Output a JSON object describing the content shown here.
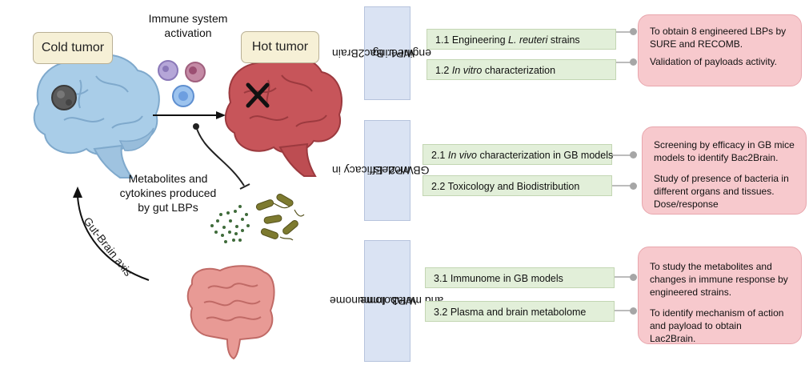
{
  "left": {
    "immune_label": [
      "Immune system",
      "activation"
    ],
    "cold_label": "Cold tumor",
    "hot_label": "Hot tumor",
    "metabolites_label": [
      "Metabolites and",
      "cytokines produced",
      "by gut LBPs"
    ],
    "axis_label": "Gut-Brain axis"
  },
  "workpackages": [
    {
      "title": [
        "WP1. Bac2Brain",
        "engineering"
      ],
      "tasks": [
        {
          "prefix": "1.1 Engineering ",
          "italic": "L. reuteri",
          "suffix": " strains"
        },
        {
          "prefix": "1.2 ",
          "italic": "In vitro",
          "suffix": " characterization"
        }
      ],
      "outcomes": [
        "To obtain 8 engineered LBPs by SURE and RECOMB.",
        "Validation of payloads activity."
      ]
    },
    {
      "title": [
        "WP2. Efficacy in",
        "GB models"
      ],
      "tasks": [
        {
          "prefix": "2.1 ",
          "italic": "In vivo",
          "suffix": " characterization in GB models"
        },
        {
          "prefix": "2.2 Toxicology and Biodistribution",
          "italic": "",
          "suffix": ""
        }
      ],
      "outcomes": [
        "Screening by efficacy in GB mice models to identify Bac2Brain.",
        "Study of presence of bacteria in different organs and tissues. Dose/response"
      ]
    },
    {
      "title": [
        "WP3. Immunome",
        "and metabolome"
      ],
      "tasks": [
        {
          "prefix": "3.1 Immunome in GB models",
          "italic": "",
          "suffix": ""
        },
        {
          "prefix": "3.2 Plasma and brain metabolome",
          "italic": "",
          "suffix": ""
        }
      ],
      "outcomes": [
        "To study the metabolites and changes in immune response by engineered strains.",
        "To identify mechanism of action and payload to obtain Lac2Brain."
      ]
    }
  ],
  "colors": {
    "wp_fill": "#dae3f3",
    "task_fill": "#e2efd9",
    "outcome_fill": "#f7c9cd",
    "connector": "#a6a6a6",
    "cold_brain": "#a9cde8",
    "hot_brain": "#c7555a",
    "gut": "#e89a95"
  },
  "icons": [
    "cold-brain-icon",
    "hot-brain-icon",
    "tumor-icon",
    "cross-mark-icon",
    "immune-cell-icon",
    "bacteria-icon",
    "metabolite-dots-icon",
    "intestine-icon"
  ]
}
